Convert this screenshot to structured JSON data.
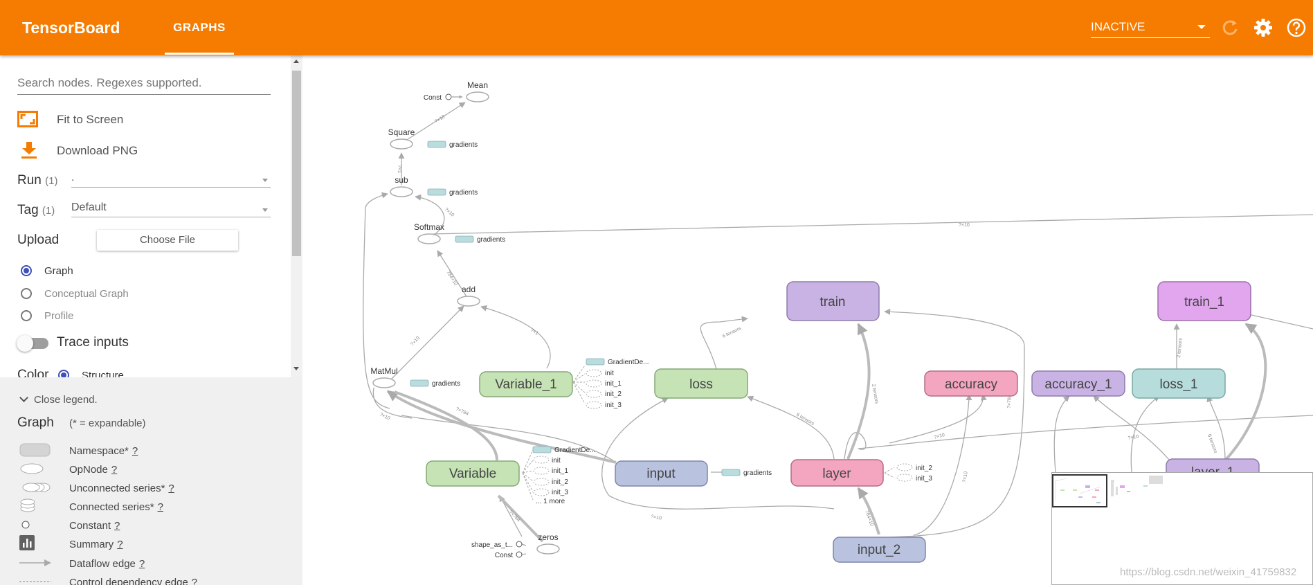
{
  "header": {
    "brand": "TensorBoard",
    "tab": "GRAPHS",
    "run_status": "INACTIVE",
    "icons": [
      "refresh-icon",
      "gear-icon",
      "help-icon"
    ],
    "colors": {
      "bar": "#f57c00",
      "text": "#ffffff"
    }
  },
  "sidebar": {
    "search_placeholder": "Search nodes. Regexes supported.",
    "fit_label": "Fit to Screen",
    "download_label": "Download PNG",
    "run": {
      "label": "Run",
      "count": "(1)",
      "value": "."
    },
    "tag": {
      "label": "Tag",
      "count": "(1)",
      "value": "Default"
    },
    "upload": {
      "label": "Upload",
      "button": "Choose File"
    },
    "modes": [
      {
        "label": "Graph",
        "selected": true
      },
      {
        "label": "Conceptual Graph",
        "selected": false
      },
      {
        "label": "Profile",
        "selected": false
      }
    ],
    "trace_label": "Trace inputs",
    "color": {
      "label": "Color",
      "option": "Structure"
    }
  },
  "legend": {
    "close_label": "Close legend.",
    "title": "Graph",
    "subtitle": "(* = expandable)",
    "items": [
      {
        "label": "Namespace*",
        "q": "?"
      },
      {
        "label": "OpNode",
        "q": "?"
      },
      {
        "label": "Unconnected series*",
        "q": "?"
      },
      {
        "label": "Connected series*",
        "q": "?"
      },
      {
        "label": "Constant",
        "q": "?"
      },
      {
        "label": "Summary",
        "q": "?"
      },
      {
        "label": "Dataflow edge",
        "q": "?"
      },
      {
        "label": "Control dependency edge",
        "q": "?"
      }
    ]
  },
  "graph": {
    "namespaces": {
      "train": "train",
      "train_1": "train_1",
      "loss": "loss",
      "accuracy": "accuracy",
      "accuracy_1": "accuracy_1",
      "loss_1": "loss_1",
      "layer_1": "layer_1",
      "variable_1": "Variable_1",
      "variable": "Variable",
      "input": "input",
      "layer": "layer",
      "input_2": "input_2"
    },
    "ops": {
      "mean": "Mean",
      "const_top": "Const",
      "square": "Square",
      "sub": "sub",
      "softmax": "Softmax",
      "add": "add",
      "matmul": "MatMul",
      "zeros": "zeros",
      "shape": "shape_as_t...",
      "const_bottom": "Const"
    },
    "aux": {
      "gradients": "gradients",
      "gradient_de": "GradientDe...",
      "init": "init",
      "init_1": "init_1",
      "init_2": "init_2",
      "init_3": "init_3",
      "more": "... 1 more"
    },
    "edge_labels": [
      "?×10",
      "?×1",
      "?×10",
      "?×10",
      "784×10",
      "?×10",
      "?×1",
      "?×10",
      "?×784",
      "?×784",
      "6 tensors",
      "2 tensors",
      "6 tensors",
      "?×10",
      "784×10",
      "?×10",
      "?×10",
      "?×784",
      "2 tensors",
      "6 tensors",
      "?×10"
    ]
  },
  "watermark": "https://blog.csdn.net/weixin_41759832"
}
